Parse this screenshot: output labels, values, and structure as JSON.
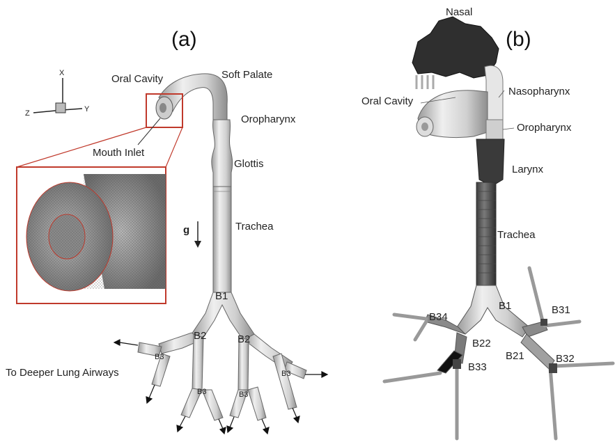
{
  "figure": {
    "panel_a": {
      "label": "(a)",
      "axes": {
        "x": "X",
        "y": "Y",
        "z": "Z"
      },
      "labels": {
        "oral_cavity": "Oral Cavity",
        "soft_palate": "Soft Palate",
        "oropharynx": "Oropharynx",
        "mouth_inlet": "Mouth Inlet",
        "glottis": "Glottis",
        "gravity": "g",
        "trachea": "Trachea",
        "b1": "B1",
        "b2_left": "B2",
        "b2_right": "B2",
        "b3_left": "B3",
        "b3_right": "B3",
        "b3_low_left": "B3",
        "b3_low_right": "B3",
        "deeper": "To Deeper Lung Airways"
      }
    },
    "panel_b": {
      "label": "(b)",
      "labels": {
        "nasal": "Nasal",
        "oral_cavity": "Oral Cavity",
        "nasopharynx": "Nasopharynx",
        "oropharynx": "Oropharynx",
        "larynx": "Larynx",
        "trachea": "Trachea",
        "b1": "B1",
        "b31": "B31",
        "b34": "B34",
        "b22": "B22",
        "b21": "B21",
        "b32": "B32",
        "b33": "B33"
      }
    }
  }
}
